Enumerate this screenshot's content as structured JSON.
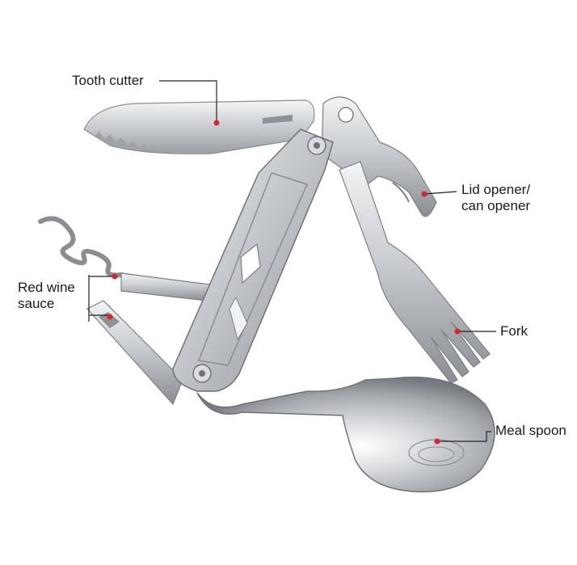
{
  "callouts": {
    "tooth_cutter": "Tooth cutter",
    "lid_opener": [
      "Lid opener/",
      "can opener"
    ],
    "red_wine": [
      "Red wine",
      "sauce"
    ],
    "fork": "Fork",
    "meal_spoon": "Meal spoon"
  },
  "colors": {
    "steel_light": "#e4e6e8",
    "steel_mid": "#b9bcc0",
    "steel_dark": "#7c8085",
    "marker": "#d8242c",
    "leader": "#222222"
  }
}
